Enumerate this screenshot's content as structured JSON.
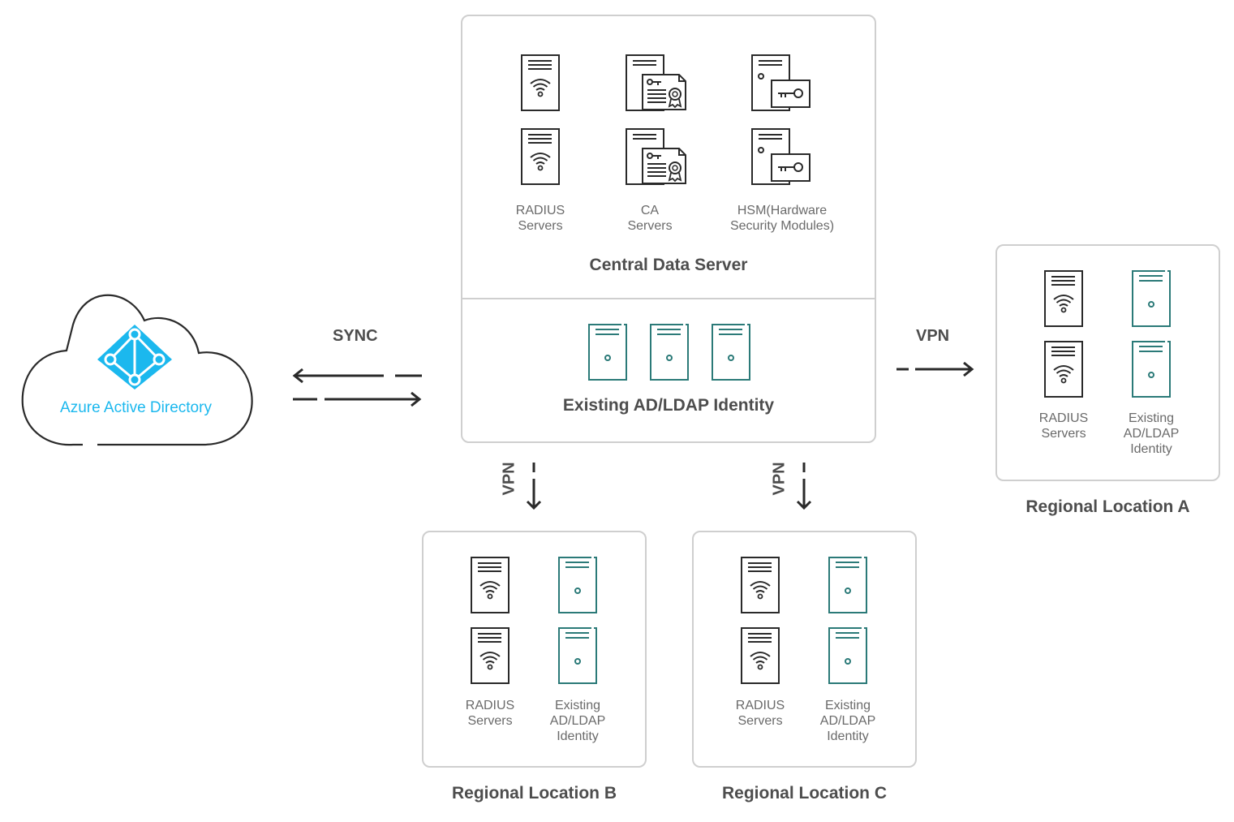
{
  "azure": {
    "label": "Azure Active Directory"
  },
  "sync": {
    "label": "SYNC"
  },
  "vpn_labels": {
    "a": "VPN",
    "b": "VPN",
    "c": "VPN"
  },
  "central": {
    "radius_line1": "RADIUS",
    "radius_line2": "Servers",
    "ca_line1": "CA",
    "ca_line2": "Servers",
    "hsm_line1": "HSM(Hardware",
    "hsm_line2": "Security Modules)",
    "title": "Central Data Server",
    "identity_title": "Existing AD/LDAP Identity"
  },
  "regional": {
    "radius_line1": "RADIUS",
    "radius_line2": "Servers",
    "identity_line1": "Existing",
    "identity_line2": "AD/LDAP",
    "identity_line3": "Identity",
    "a_title": "Regional Location A",
    "b_title": "Regional Location B",
    "c_title": "Regional Location C"
  },
  "colors": {
    "azure_blue": "#1bb8ee",
    "teal": "#2b7a78",
    "dark": "#2a2a2a",
    "border": "#cfcfcf"
  }
}
